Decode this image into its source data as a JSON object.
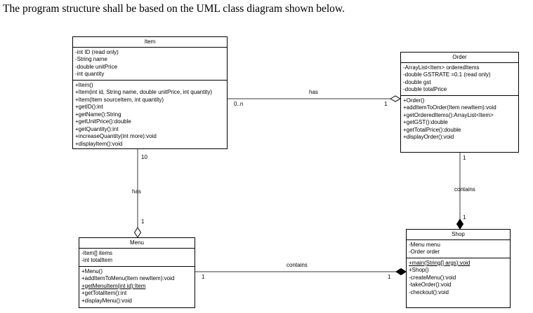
{
  "heading": "The program structure shall be based on the UML class diagram shown below.",
  "colors": {
    "line": "#3a3a3a",
    "border": "#000000",
    "background": "#ffffff",
    "text": "#000000"
  },
  "diagram": {
    "classes": {
      "item": {
        "name": "Item",
        "attributes": [
          "-int ID (read only)",
          "-String name",
          "-double unitPrice",
          "-int quantity"
        ],
        "methods": [
          "+Item()",
          "+Item(int id, String name, double unitPrice, int quantity)",
          "+Item(Item sourceItem, int quantity)",
          "+getID():int",
          "+getName():String",
          "+getUnitPrice():double",
          "+getQuantity():int",
          "+increaseQuantity(int more):void",
          "+displayItem():void"
        ]
      },
      "order": {
        "name": "Order",
        "attributes": [
          "-ArrayList<Item> orderedItems",
          "-double GSTRATE =0.1 (read only)",
          "-double gst",
          "-double totalPrice"
        ],
        "methods": [
          "+Order()",
          "+addItemToOrder(Item newItem):void",
          "+getOrderedItems():ArrayList<Item>",
          "+getGST():double",
          "+getTotalPrice():double",
          "+displayOrder():void"
        ]
      },
      "menu": {
        "name": "Menu",
        "attributes": [
          "-Item[] items",
          "-int totalItem"
        ],
        "methods": [
          "+Menu()",
          "+addItemToMenu(Item newItem):void",
          "+getMenuItem(int id):Item",
          "+getTotalItem():int",
          "+displayMenu():void"
        ]
      },
      "shop": {
        "name": "Shop",
        "attributes": [
          "-Menu menu",
          "-Order order"
        ],
        "methods": [
          "+main(String[] args):void",
          "+Shop()",
          "-createMenu():void",
          "-takeOrder():void",
          "-checkout():void"
        ]
      }
    },
    "relations": {
      "item_order": {
        "label": "has",
        "source_multiplicity": "0..n",
        "target_multiplicity": "1",
        "type": "aggregation-open"
      },
      "item_menu": {
        "label": "has",
        "source_multiplicity": "10",
        "target_multiplicity": "1",
        "type": "aggregation-open"
      },
      "order_shop": {
        "label": "contains",
        "source_multiplicity": "1",
        "target_multiplicity": "1",
        "type": "composition-filled"
      },
      "menu_shop": {
        "label": "contains",
        "source_multiplicity": "1",
        "target_multiplicity": "1",
        "type": "composition-filled"
      }
    }
  }
}
